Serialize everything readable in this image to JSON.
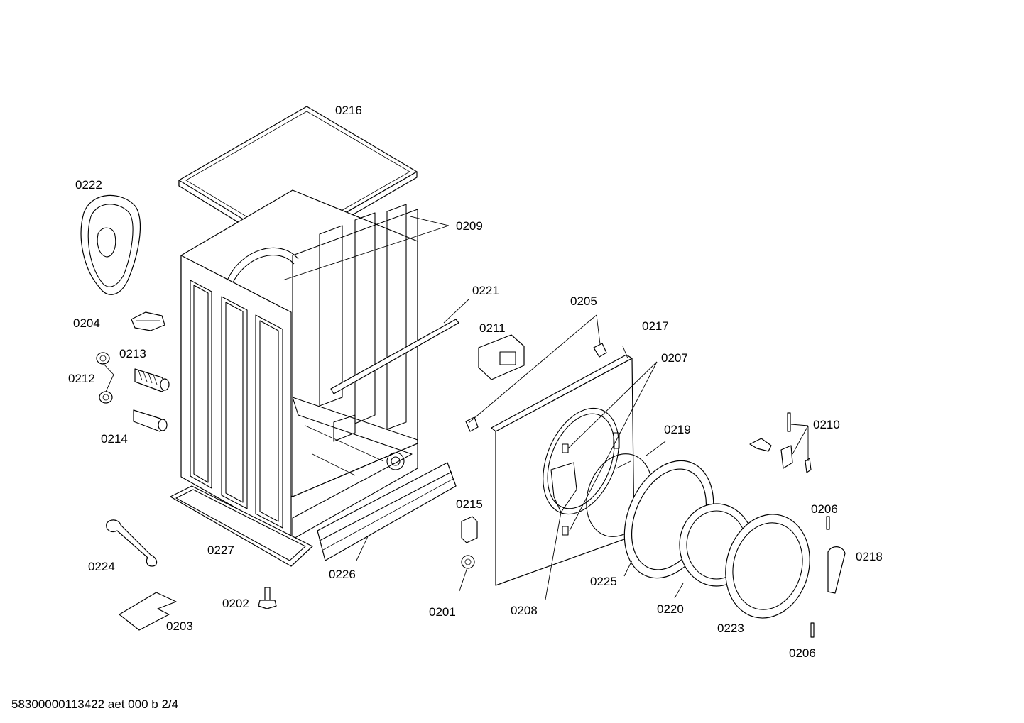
{
  "diagram": {
    "footer": "58300000113422 aet 000 b 2/4",
    "labels": {
      "p0201": "0201",
      "p0202": "0202",
      "p0203": "0203",
      "p0204": "0204",
      "p0205": "0205",
      "p0206a": "0206",
      "p0206b": "0206",
      "p0207": "0207",
      "p0208": "0208",
      "p0209": "0209",
      "p0210": "0210",
      "p0211": "0211",
      "p0212": "0212",
      "p0213": "0213",
      "p0214": "0214",
      "p0215": "0215",
      "p0216": "0216",
      "p0217": "0217",
      "p0218": "0218",
      "p0219": "0219",
      "p0220": "0220",
      "p0221": "0221",
      "p0222": "0222",
      "p0223": "0223",
      "p0224": "0224",
      "p0225": "0225",
      "p0226": "0226",
      "p0227": "0227"
    }
  }
}
